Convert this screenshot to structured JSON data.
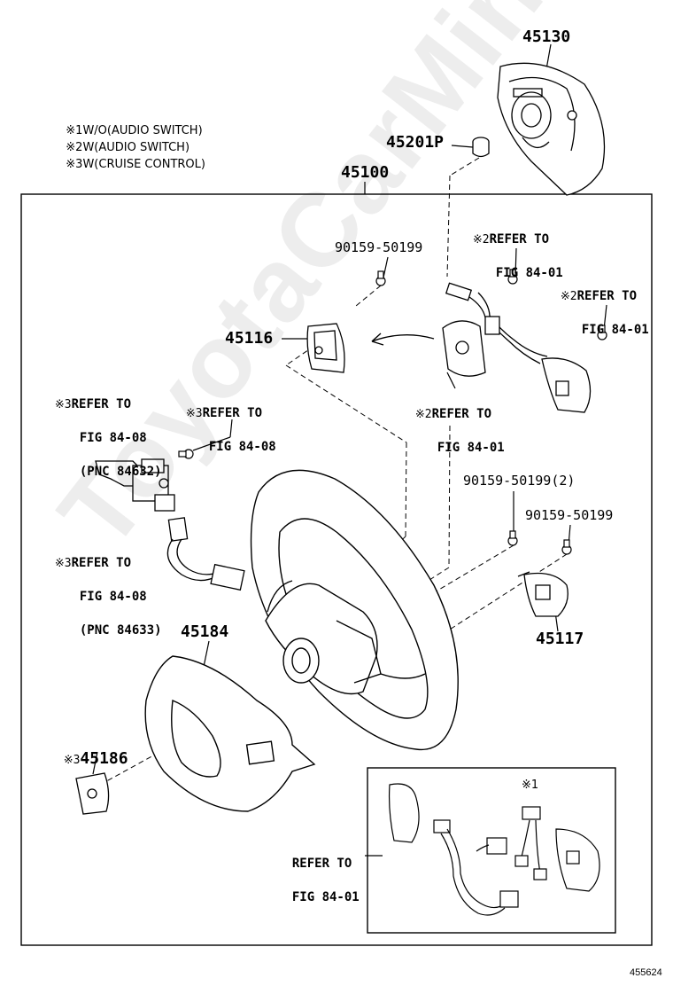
{
  "notes": [
    {
      "sym": "※1",
      "text": "W/O(AUDIO SWITCH)"
    },
    {
      "sym": "※2",
      "text": "W(AUDIO SWITCH)"
    },
    {
      "sym": "※3",
      "text": "W(CRUISE CONTROL)"
    }
  ],
  "parts": {
    "p45130": "45130",
    "p45201p": "45201P",
    "p45100": "45100",
    "p45116": "45116",
    "p45117": "45117",
    "p45184": "45184",
    "p45186": "45186",
    "p45186_sym": "※3",
    "bolt_a": "90159-50199",
    "bolt_b": "90159-50199(2)",
    "bolt_c": "90159-50199"
  },
  "refs": {
    "r1": {
      "sym": "※2",
      "l1": "REFER TO",
      "l2": "FIG 84-01"
    },
    "r2": {
      "sym": "※2",
      "l1": "REFER TO",
      "l2": "FIG 84-01"
    },
    "r3": {
      "sym": "※2",
      "l1": "REFER TO",
      "l2": "FIG 84-01"
    },
    "r4": {
      "sym": "※3",
      "l1": "REFER TO",
      "l2": "FIG 84-08",
      "l3": "(PNC 84632)"
    },
    "r5": {
      "sym": "※3",
      "l1": "REFER TO",
      "l2": "FIG 84-08"
    },
    "r6": {
      "sym": "※3",
      "l1": "REFER TO",
      "l2": "FIG 84-08",
      "l3": "(PNC 84633)"
    },
    "r7": {
      "l1": "REFER TO",
      "l2": "FIG 84-01"
    }
  },
  "inset_mark": "※1",
  "diagram_id": "455624",
  "watermark": "ToyotaCarMine.ru"
}
